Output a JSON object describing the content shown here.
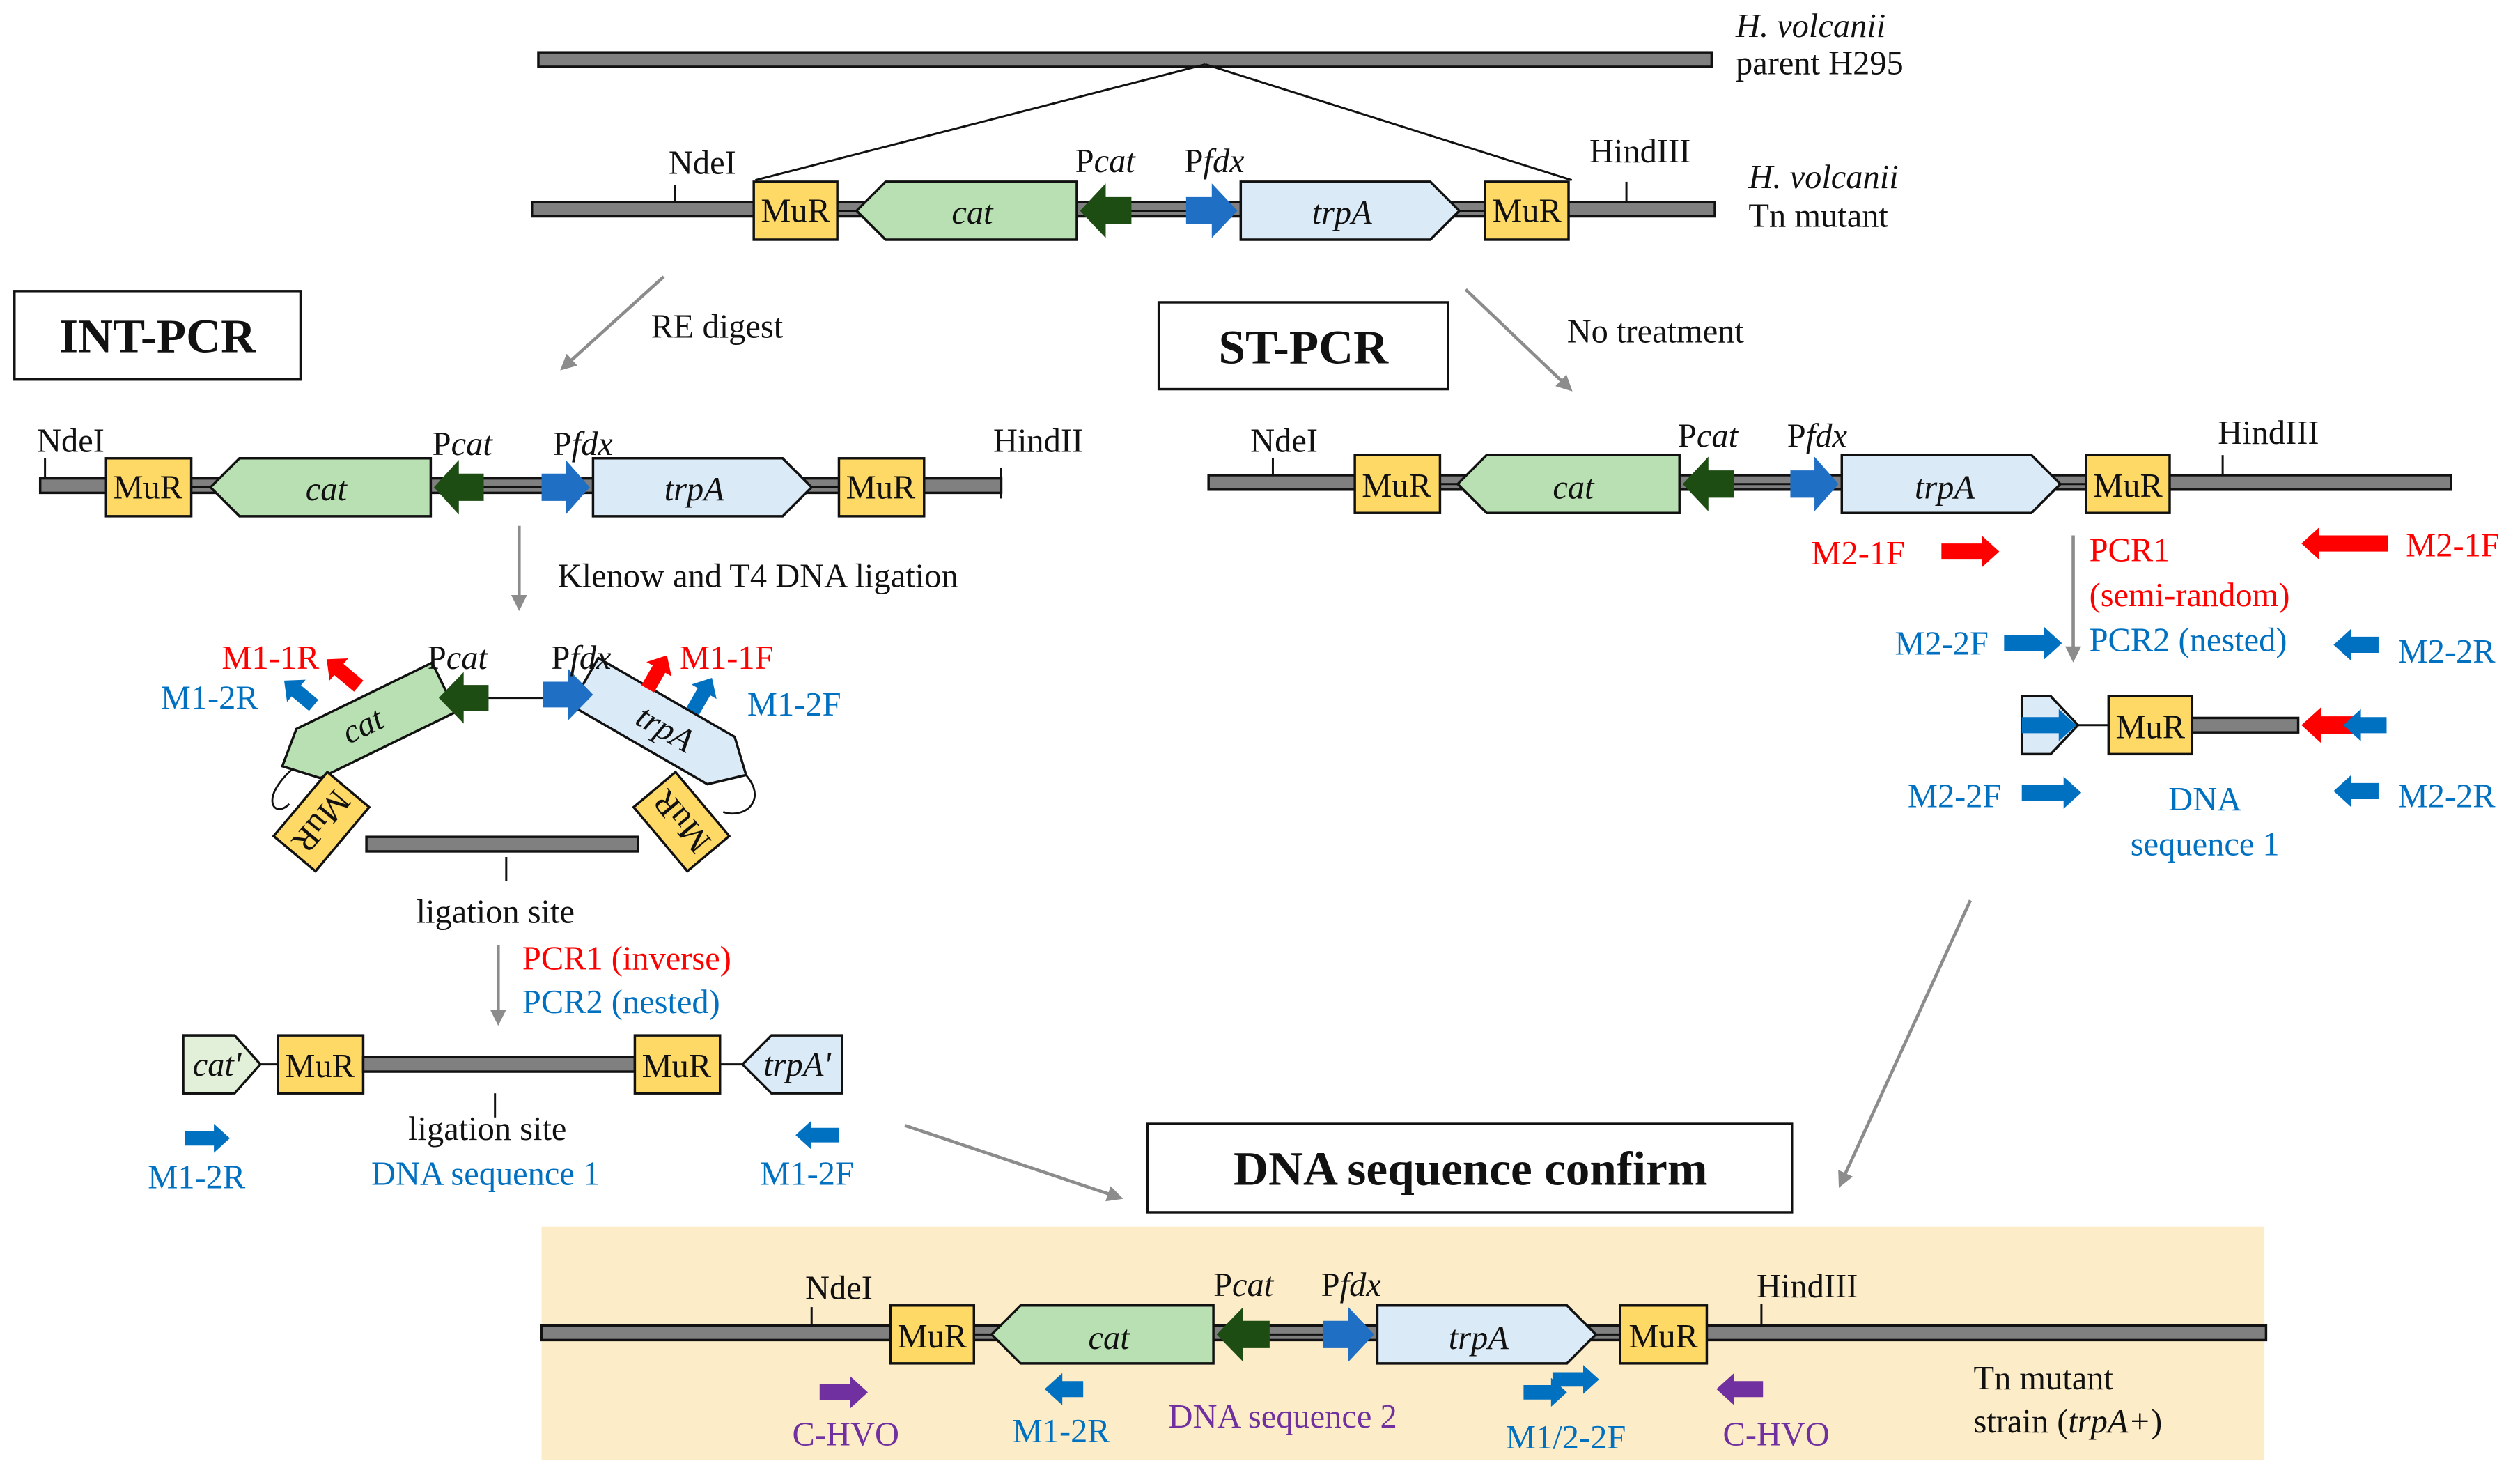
{
  "colors": {
    "mur": "#ffd966",
    "cat": "#b8e0b2",
    "trpA": "#dbeaf7",
    "backbone": "#808080",
    "pcat": "#1e4d14",
    "pfdx": "#1f6fc4",
    "primer_red": "#ff0000",
    "primer_blue": "#0070c0",
    "primer_purple": "#7030a0",
    "confirm_panel": "#fcecc8"
  },
  "top": {
    "parent_species": "H. volcanii",
    "parent_strain": "parent H295",
    "mutant_species": "H. volcanii",
    "mutant_strain": "Tn mutant"
  },
  "features": {
    "ndei": "NdeI",
    "hindiii": "HindIII",
    "hindii": "HindII",
    "mur": "MuR",
    "cat": "cat",
    "trpA": "trpA",
    "cat_prime": "cat'",
    "trpA_prime": "trpA'",
    "pcat": {
      "p": "P",
      "i": "cat"
    },
    "pfdx": {
      "p": "P",
      "i": "fdx"
    }
  },
  "int_pcr": {
    "title": "INT-PCR",
    "step1": "RE digest",
    "step2": "Klenow and T4 DNA ligation",
    "ligation_site": "ligation site",
    "pcr1": "PCR1 (inverse)",
    "pcr2": "PCR2 (nested)",
    "dna_seq": "DNA sequence 1",
    "primers": {
      "m1_1r": "M1-1R",
      "m1_2r": "M1-2R",
      "m1_1f": "M1-1F",
      "m1_2f": "M1-2F"
    }
  },
  "st_pcr": {
    "title": "ST-PCR",
    "step1": "No treatment",
    "pcr1": "PCR1",
    "pcr1_note": "(semi-random)",
    "pcr2": "PCR2 (nested)",
    "dna": "DNA",
    "seq": "sequence 1",
    "primers": {
      "m2_1f": "M2-1F",
      "m2_2f": "M2-2F",
      "m2_2r": "M2-2R"
    }
  },
  "confirm": {
    "title": "DNA sequence confirm",
    "c_hvo": "C-HVO",
    "m1_2r": "M1-2R",
    "dna_seq2": "DNA sequence 2",
    "m12_2f": "M1/2-2F",
    "strain1": "Tn mutant",
    "strain2_pre": "strain (",
    "strain2_it": "trpA+",
    "strain2_post": ")"
  }
}
